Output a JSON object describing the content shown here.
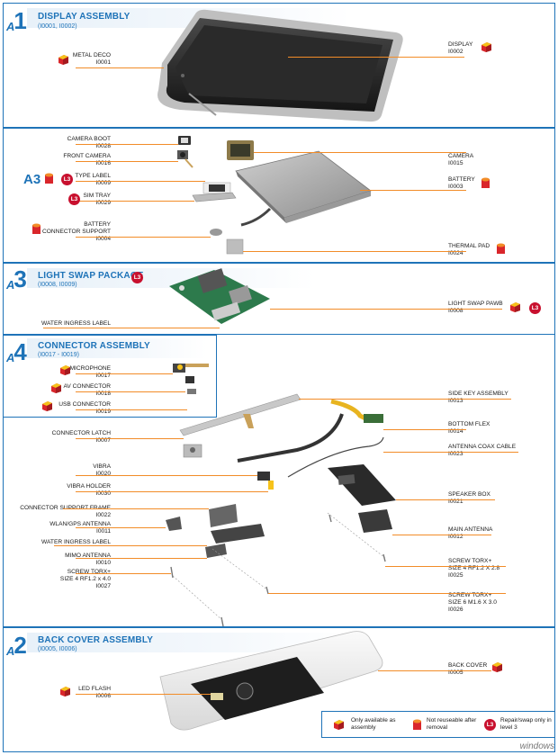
{
  "colors": {
    "blue": "#1e73b8",
    "orange": "#f28c28",
    "red": "#c8102e",
    "yellow": "#f6c21a"
  },
  "sections": {
    "a1": {
      "letter": "A",
      "number": "1",
      "title": "DISPLAY ASSEMBLY",
      "sub": "(I0001, I0002)"
    },
    "a3": {
      "letter": "A",
      "number": "3",
      "title": "LIGHT SWAP PACKAGE",
      "sub": "(I0008, I0009)"
    },
    "a4": {
      "letter": "A",
      "number": "4",
      "title": "CONNECTOR ASSEMBLY",
      "sub": "(I0017 - I0019)"
    },
    "a2": {
      "letter": "A",
      "number": "2",
      "title": "BACK COVER ASSEMBLY",
      "sub": "(I0005, I0006)"
    }
  },
  "labels": {
    "metal_deco": {
      "name": "METAL DECO",
      "code": "I0001"
    },
    "display": {
      "name": "DISPLAY",
      "code": "I0002"
    },
    "camera_boot": {
      "name": "CAMERA BOOT",
      "code": "I0028"
    },
    "front_camera": {
      "name": "FRONT CAMERA",
      "code": "I0016"
    },
    "type_label": {
      "name": "TYPE LABEL",
      "code": "I0009"
    },
    "sim_tray": {
      "name": "SIM TRAY",
      "code": "I0029"
    },
    "battery_connector_support": {
      "name": "BATTERY",
      "name2": "CONNECTOR SUPPORT",
      "code": "I0004"
    },
    "camera": {
      "name": "CAMERA",
      "code": "I0015"
    },
    "battery": {
      "name": "BATTERY",
      "code": "I0003"
    },
    "thermal_pad": {
      "name": "THERMAL PAD",
      "code": "I0024"
    },
    "water_ingress_label_a3": {
      "name": "WATER INGRESS LABEL"
    },
    "light_swap_pawb": {
      "name": "LIGHT SWAP PAWB",
      "code": "I0008"
    },
    "microphone": {
      "name": "MICROPHONE",
      "code": "I0017"
    },
    "av_connector": {
      "name": "AV CONNECTOR",
      "code": "I0018"
    },
    "usb_connector": {
      "name": "USB CONNECTOR",
      "code": "I0019"
    },
    "side_key_assembly": {
      "name": "SIDE KEY ASSEMBLY",
      "code": "I0013"
    },
    "bottom_flex": {
      "name": "BOTTOM FLEX",
      "code": "I0014"
    },
    "antenna_coax_cable": {
      "name": "ANTENNA COAX CABLE",
      "code": "I0023"
    },
    "connector_latch": {
      "name": "CONNECTOR LATCH",
      "code": "I0007"
    },
    "vibra": {
      "name": "VIBRA",
      "code": "I0020"
    },
    "vibra_holder": {
      "name": "VIBRA HOLDER",
      "code": "I0030"
    },
    "connector_support_frame": {
      "name": "CONNECTOR SUPPORT FRAME",
      "code": "I0022"
    },
    "wlan_gps_antenna": {
      "name": "WLAN/GPS ANTENNA",
      "code": "I0011"
    },
    "water_ingress_label": {
      "name": "WATER INGRESS LABEL"
    },
    "mimo_antenna": {
      "name": "MIMO ANTENNA",
      "code": "I0010"
    },
    "screw_torx_4": {
      "name": "SCREW TORX+",
      "name2": "SIZE 4 RF1.2 x 4.0",
      "code": "I0027"
    },
    "speaker_box": {
      "name": "SPEAKER BOX",
      "code": "I0021"
    },
    "main_antenna": {
      "name": "MAIN ANTENNA",
      "code": "I0012"
    },
    "screw_torx_28": {
      "name": "SCREW TORX+",
      "name2": "SIZE 4 RF1.2 X 2.8",
      "code": "I0025"
    },
    "screw_torx_6": {
      "name": "SCREW TORX+",
      "name2": "SIZE 6 M1.6 X 3.0",
      "code": "I0026"
    },
    "back_cover": {
      "name": "BACK COVER",
      "code": "I0005"
    },
    "led_flash": {
      "name": "LED FLASH",
      "code": "I0006"
    }
  },
  "markers": {
    "a3_chip": "A3",
    "l3": "L3"
  },
  "legend": {
    "assembly": "Only available as assembly",
    "not_reusable": "Not reuseable after removal",
    "repair_swap": "Repair/swap only in level 3"
  },
  "watermark": "windows"
}
